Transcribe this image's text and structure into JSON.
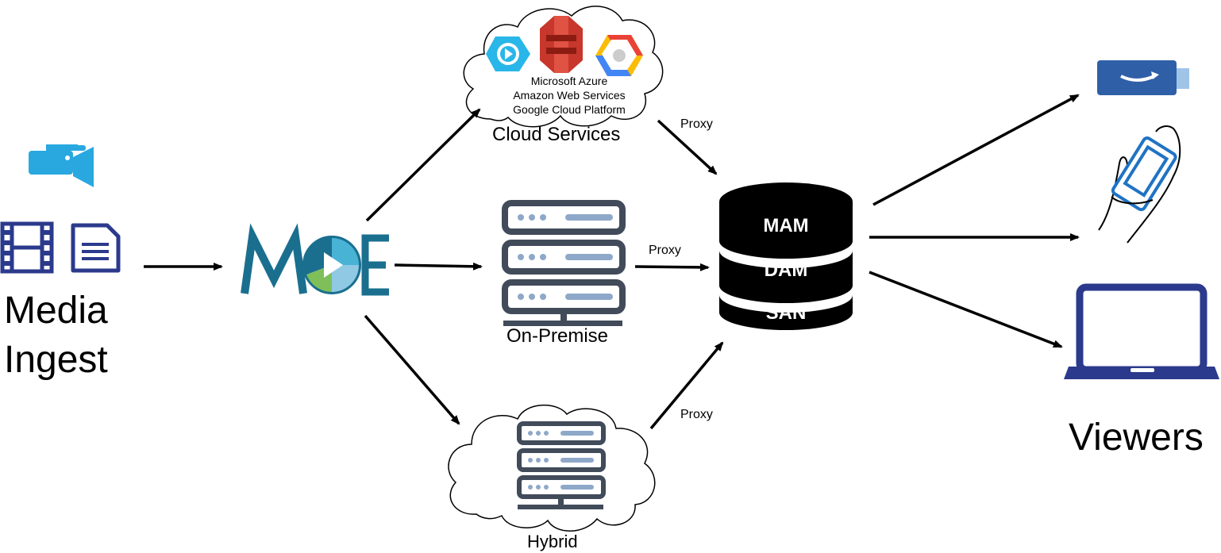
{
  "ingest": {
    "label_line1": "Media",
    "label_line2": "Ingest"
  },
  "logo": {
    "text": "MOE",
    "color": "#1a6f8f"
  },
  "cloud": {
    "label": "Cloud Services",
    "providers": [
      "Microsoft Azure",
      "Amazon Web Services",
      "Google Cloud Platform"
    ]
  },
  "on_premise": {
    "label": "On-Premise"
  },
  "hybrid": {
    "label": "Hybrid"
  },
  "proxy_labels": [
    "Proxy",
    "Proxy",
    "Proxy"
  ],
  "storage": {
    "layers": [
      "MAM",
      "DAM",
      "SAN"
    ]
  },
  "viewers": {
    "label": "Viewers"
  },
  "colors": {
    "navy": "#2b3a8c",
    "server": "#414b5a",
    "server_accent": "#8ea8c9",
    "camera": "#29a8e0"
  }
}
